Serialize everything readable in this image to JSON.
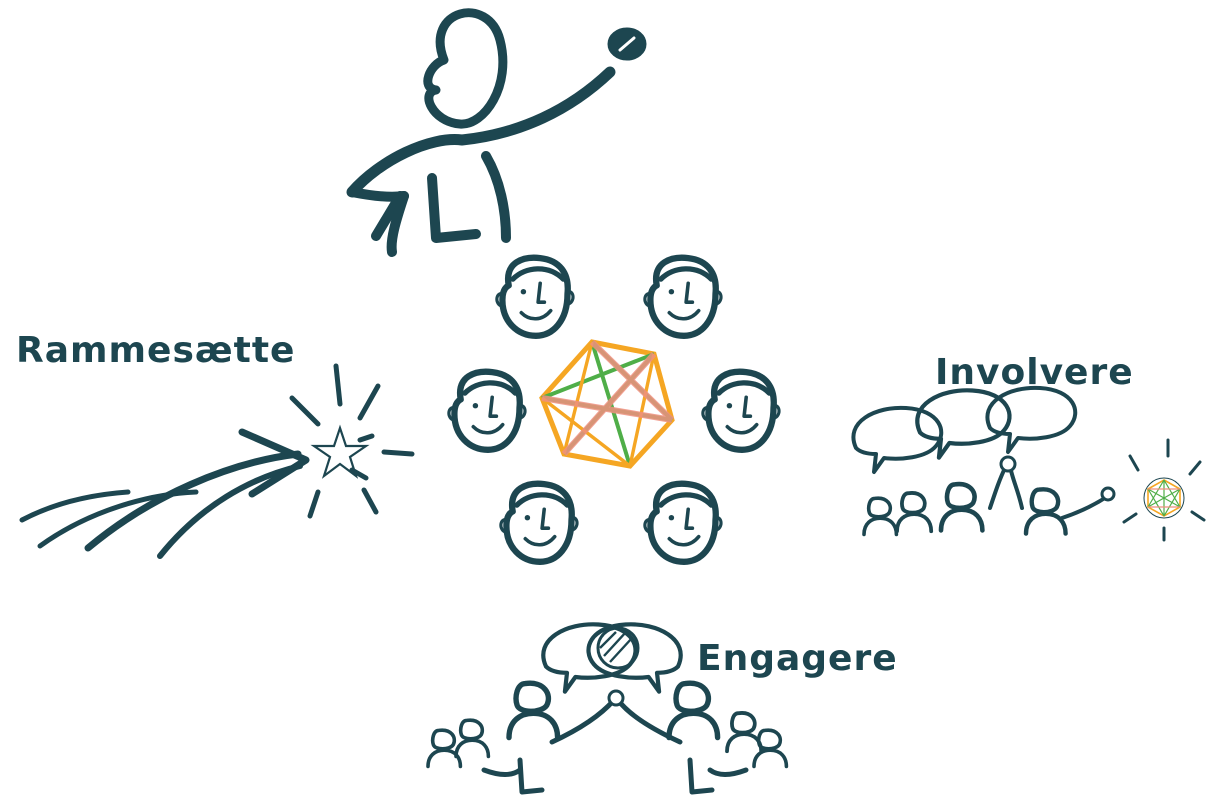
{
  "labels": {
    "rammesaette": "Rammesætte",
    "involvere": "Involvere",
    "engagere": "Engagere"
  },
  "colors": {
    "ink": "#1d4650",
    "network_orange": "#f5a623",
    "network_green": "#4fae48",
    "network_pink": "#ef8f7f",
    "background": "#ffffff"
  },
  "icons": [
    "leader-figure-icon",
    "smiling-face-icon",
    "network-hexagon-icon",
    "shooting-star-icon",
    "speech-bubble-icon",
    "group-of-people-icon",
    "pin-icon"
  ]
}
